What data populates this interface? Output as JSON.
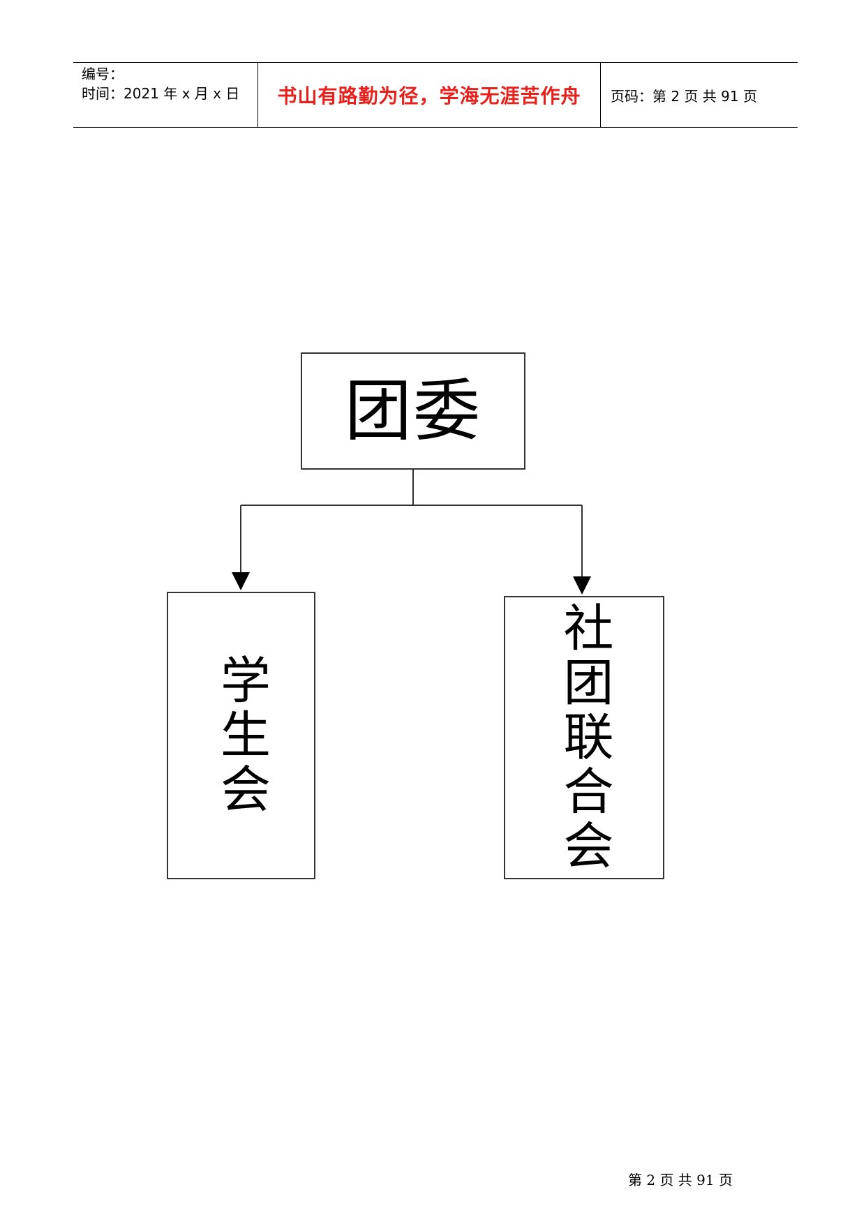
{
  "header": {
    "number_label": "编号：",
    "time_label": "时间：2021 年 x 月 x 日",
    "motto": "书山有路勤为径，学海无涯苦作舟",
    "page_code": "页码：第 2 页  共 91 页"
  },
  "diagram": {
    "root": "团委",
    "children": [
      {
        "label": "学生会"
      },
      {
        "label": "社团联合会"
      }
    ],
    "colors": {
      "border": "#333333",
      "motto": "#e8201c"
    }
  },
  "footer": {
    "page_text": "第 2 页 共 91 页"
  }
}
